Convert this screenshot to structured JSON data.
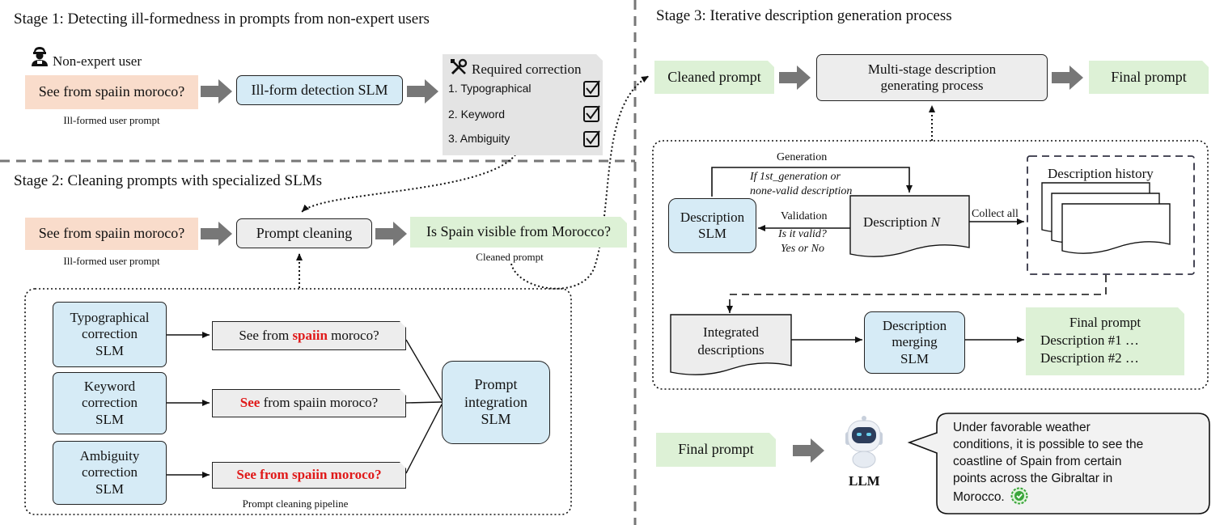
{
  "stage1": {
    "title": "Stage 1: Detecting ill-formedness in prompts from non-expert users",
    "user_label": "Non-expert user",
    "user_prompt": "See from spaiin moroco?",
    "user_prompt_caption": "Ill-formed user prompt",
    "detector": "Ill-form detection SLM",
    "correction_title": "Required correction",
    "corrections": [
      "1. Typographical",
      "2. Keyword",
      "3. Ambiguity"
    ]
  },
  "stage2": {
    "title": "Stage 2: Cleaning prompts with specialized SLMs",
    "user_prompt": "See from spaiin moroco?",
    "user_prompt_caption": "Ill-formed user prompt",
    "cleaner": "Prompt cleaning",
    "cleaned_prompt": "Is Spain visible from Morocco?",
    "cleaned_caption": "Cleaned prompt",
    "pipeline_caption": "Prompt cleaning pipeline",
    "slms": [
      {
        "line1": "Typographical",
        "line2": "correction",
        "line3": "SLM"
      },
      {
        "line1": "Keyword",
        "line2": "correction",
        "line3": "SLM"
      },
      {
        "line1": "Ambiguity",
        "line2": "correction",
        "line3": "SLM"
      }
    ],
    "outputs": {
      "typo": {
        "before": "See from ",
        "highlight": "spaiin",
        "after": " moroco?"
      },
      "keyword": {
        "highlight": "See",
        "after": " from spaiin moroco?"
      },
      "ambiguity": {
        "highlight": "See from spaiin moroco?"
      }
    },
    "integration": {
      "line1": "Prompt",
      "line2": "integration",
      "line3": "SLM"
    }
  },
  "stage3": {
    "title": "Stage 3: Iterative description generation process",
    "cleaned_prompt": "Cleaned prompt",
    "process": {
      "line1": "Multi-stage description",
      "line2": "generating process"
    },
    "final_prompt": "Final prompt",
    "generation_label": "Generation",
    "generation_condition_1": "If 1st_generation or",
    "generation_condition_2": "none-valid description",
    "desc_slm": {
      "line1": "Description",
      "line2": "SLM"
    },
    "validation_label": "Validation",
    "validation_q1": "Is it valid?",
    "validation_q2": "Yes or No",
    "description_n": "Description ",
    "description_n_var": "N",
    "collect_all": "Collect all",
    "history_title": "Description history",
    "integrated": {
      "line1": "Integrated",
      "line2": "descriptions"
    },
    "merging": {
      "line1": "Description",
      "line2": "merging",
      "line3": "SLM"
    },
    "final_box": {
      "title": "Final prompt",
      "line1": "Description #1 …",
      "line2": "Description #2 …"
    },
    "bottom_final_prompt": "Final prompt",
    "llm_label": "LLM",
    "answer": [
      "Under favorable weather",
      "conditions, it is possible to see the",
      "coastline of Spain from certain",
      "points across the Gibraltar in",
      "Morocco."
    ]
  },
  "colors": {
    "blue_box": "#d6ebf6",
    "grey_box": "#ededed",
    "pink_prompt": "#f9dccb",
    "green_prompt": "#ddf1d6",
    "highlight_red": "#e01919",
    "arrow_grey": "#777777",
    "check_green": "#3aa63a"
  },
  "icons": [
    "user-icon",
    "tools-icon",
    "checkbox-icon",
    "robot-icon",
    "check-circle-icon"
  ]
}
